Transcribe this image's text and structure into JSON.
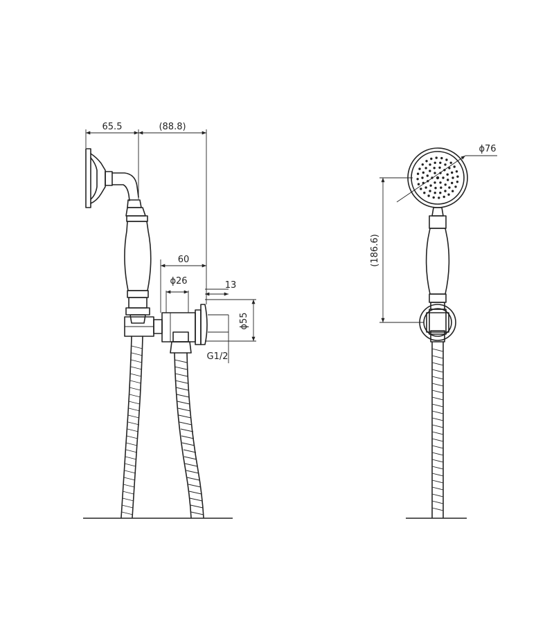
{
  "dimensions": {
    "d655": "65.5",
    "d888": "(88.8)",
    "d60": "60",
    "phi26": "ϕ26",
    "d13": "13",
    "phi55": "ϕ55",
    "g12": "G1/2",
    "phi76": "ϕ76",
    "d1866": "(186.6)"
  },
  "colors": {
    "line": "#222222",
    "background": "#ffffff"
  }
}
